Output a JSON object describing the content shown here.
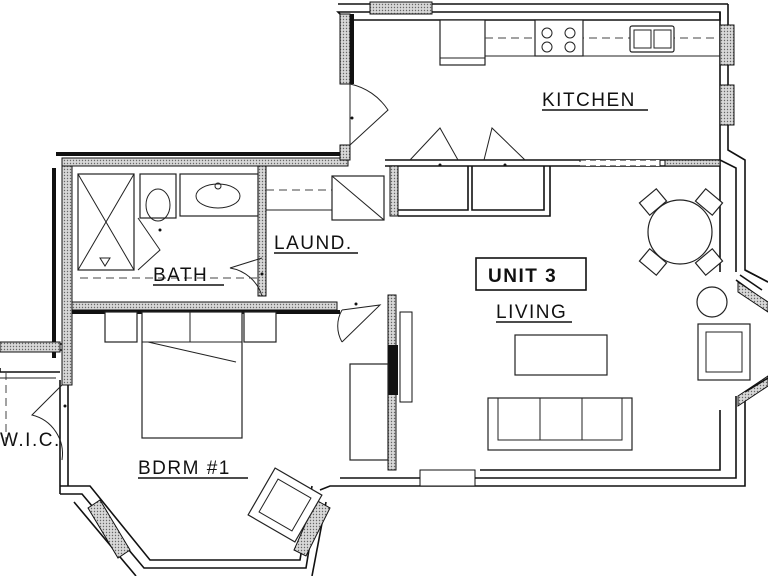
{
  "plan": {
    "unit_label": "UNIT 3",
    "rooms": {
      "kitchen": "KITCHEN",
      "laundry": "LAUND.",
      "bath": "BATH",
      "living": "LIVING",
      "bedroom": "BDRM #1",
      "closet": "W.I.C."
    }
  }
}
